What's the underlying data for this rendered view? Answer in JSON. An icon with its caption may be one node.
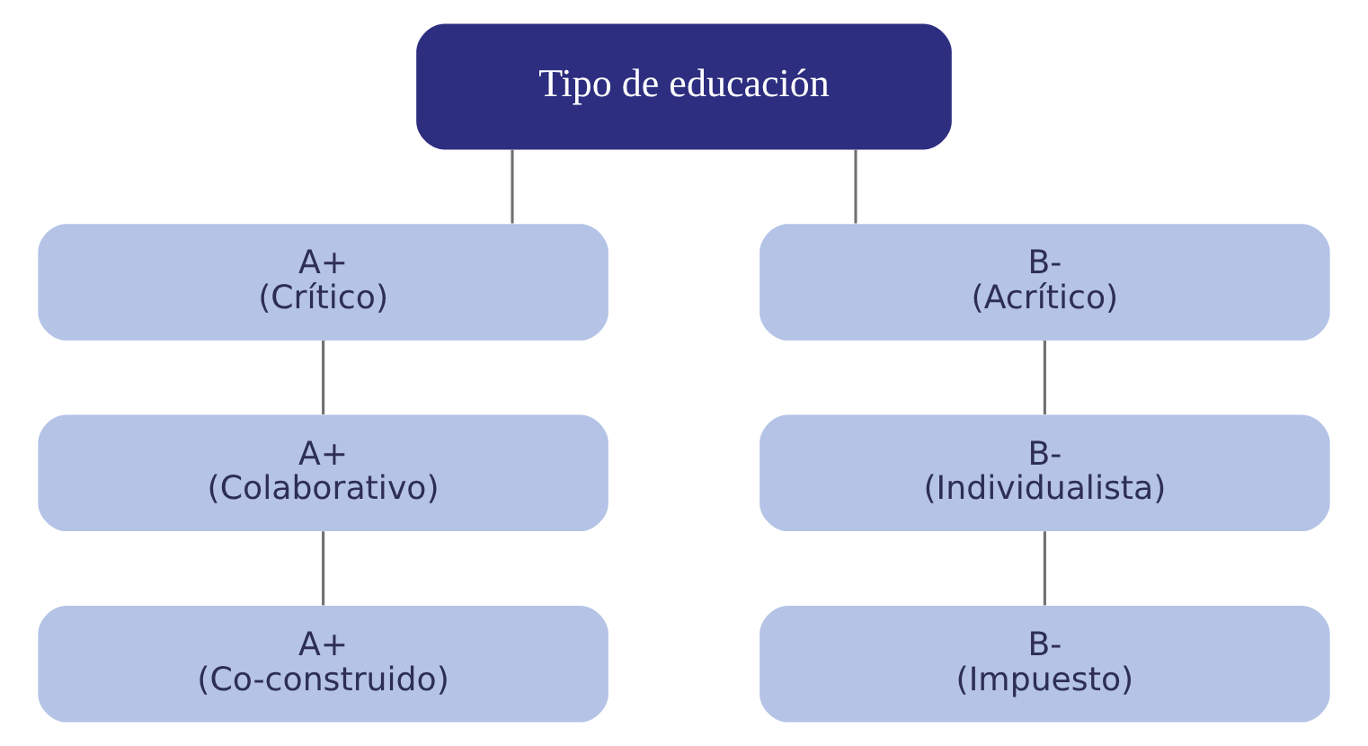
{
  "diagram": {
    "nodes": [
      {
        "text": [
          "Tipo de educación"
        ]
      },
      {
        "text": [
          "A+",
          "(Crítico)"
        ]
      },
      {
        "text": [
          "B-",
          "(Acrítico)"
        ]
      },
      {
        "text": [
          "A+",
          "(Colaborativo)"
        ]
      },
      {
        "text": [
          "B-",
          "(Individualista)"
        ]
      },
      {
        "text": [
          "A+",
          "(Co-construido)"
        ]
      },
      {
        "text": [
          "B-",
          "(Impuesto)"
        ]
      }
    ],
    "edges": [
      {
        "from": 0,
        "to": 1,
        "arrow": "none"
      },
      {
        "from": 0,
        "to": 2,
        "arrow": "none"
      },
      {
        "from": 1,
        "to": 3,
        "arrow": "none"
      },
      {
        "from": 2,
        "to": 4,
        "arrow": "none"
      },
      {
        "from": 3,
        "to": 5,
        "arrow": "none"
      },
      {
        "from": 4,
        "to": 6,
        "arrow": "none"
      }
    ]
  }
}
